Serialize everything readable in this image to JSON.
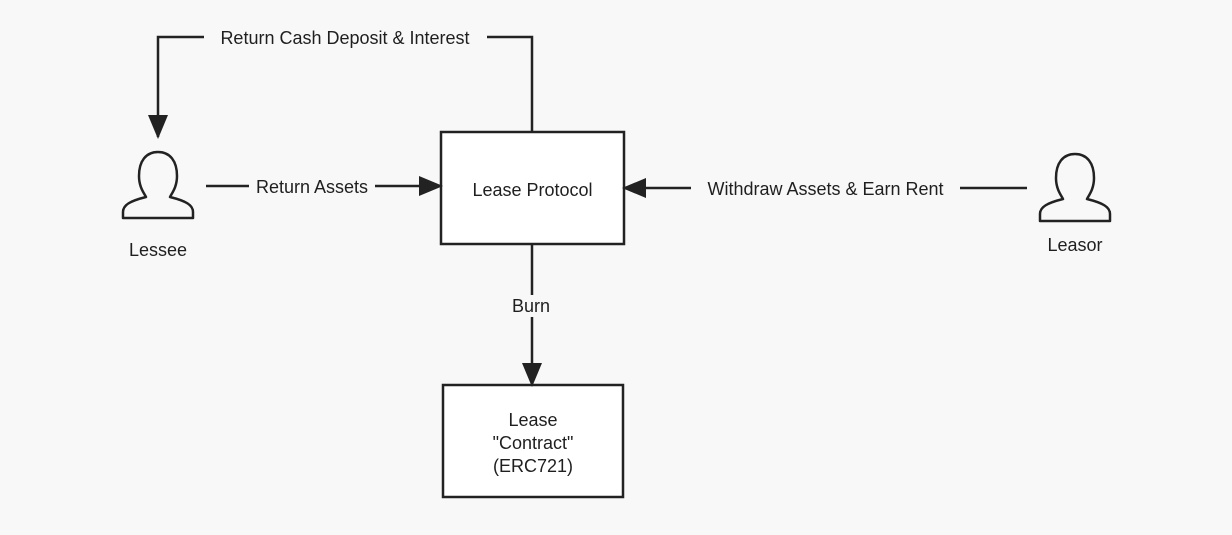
{
  "actors": {
    "lessee": {
      "label": "Lessee",
      "icon": "user-icon"
    },
    "leasor": {
      "label": "Leasor",
      "icon": "user-icon"
    }
  },
  "nodes": {
    "lease_protocol": {
      "label": "Lease Protocol"
    },
    "lease_contract": {
      "lines": [
        "Lease",
        "\"Contract\"",
        "(ERC721)"
      ]
    }
  },
  "edges": {
    "return_cash_deposit": {
      "label": "Return Cash Deposit & Interest"
    },
    "return_assets": {
      "label": "Return Assets"
    },
    "withdraw_assets": {
      "label": "Withdraw Assets & Earn Rent"
    },
    "burn": {
      "label": "Burn"
    }
  },
  "colors": {
    "background": "#f8f8f8",
    "stroke": "#222222",
    "text": "#1f1f1f"
  }
}
